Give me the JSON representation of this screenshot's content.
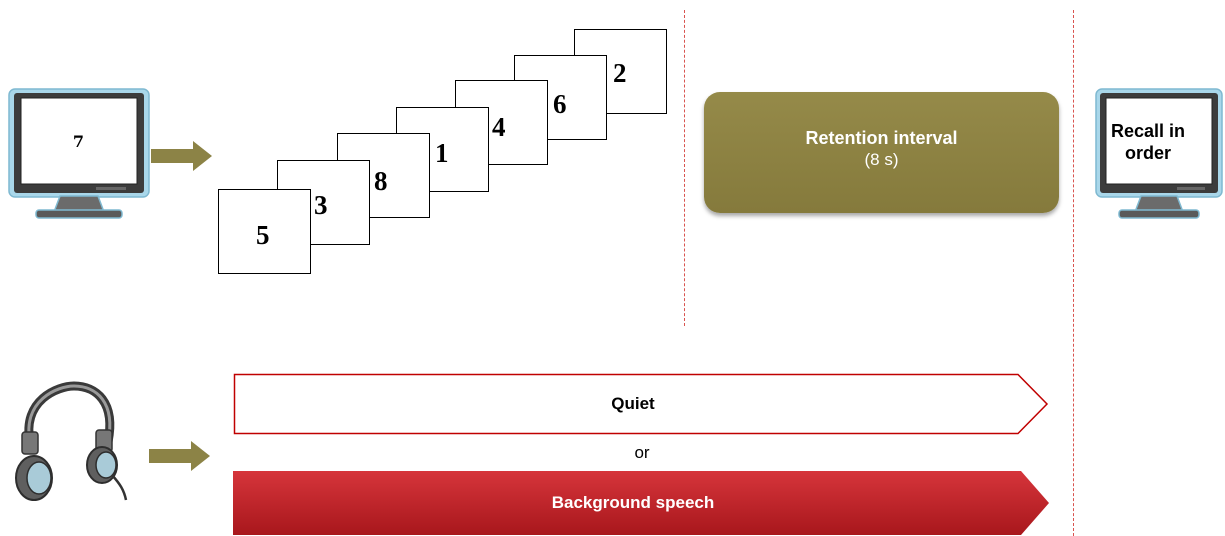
{
  "presentation": {
    "monitor_digit": "7",
    "sequence_digits": [
      "5",
      "3",
      "8",
      "1",
      "4",
      "6",
      "2"
    ]
  },
  "retention": {
    "title": "Retention interval",
    "duration": "(8 s)"
  },
  "recall": {
    "label": "Recall in\norder"
  },
  "conditions": {
    "quiet_label": "Quiet",
    "or_label": "or",
    "speech_label": "Background speech"
  },
  "colors": {
    "arrow": "#8c8346",
    "retention_box": "#8c8143",
    "divider": "#d9534f",
    "quiet_border": "#c00000",
    "speech_fill": "#c0272d",
    "monitor_frame": "#9fcde0"
  }
}
